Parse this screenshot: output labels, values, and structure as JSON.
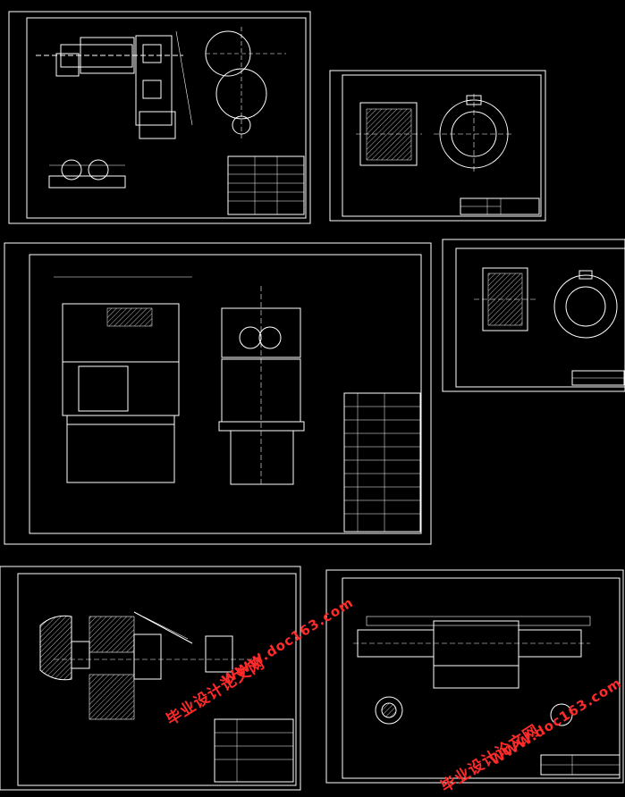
{
  "watermark": {
    "site_name": "毕业设计论文网",
    "url": "WWW.doc163.com",
    "color": "#ff2a2a"
  },
  "drawing": {
    "background": "#000000",
    "line_color": "#ffffff",
    "sheet_count": 6
  }
}
